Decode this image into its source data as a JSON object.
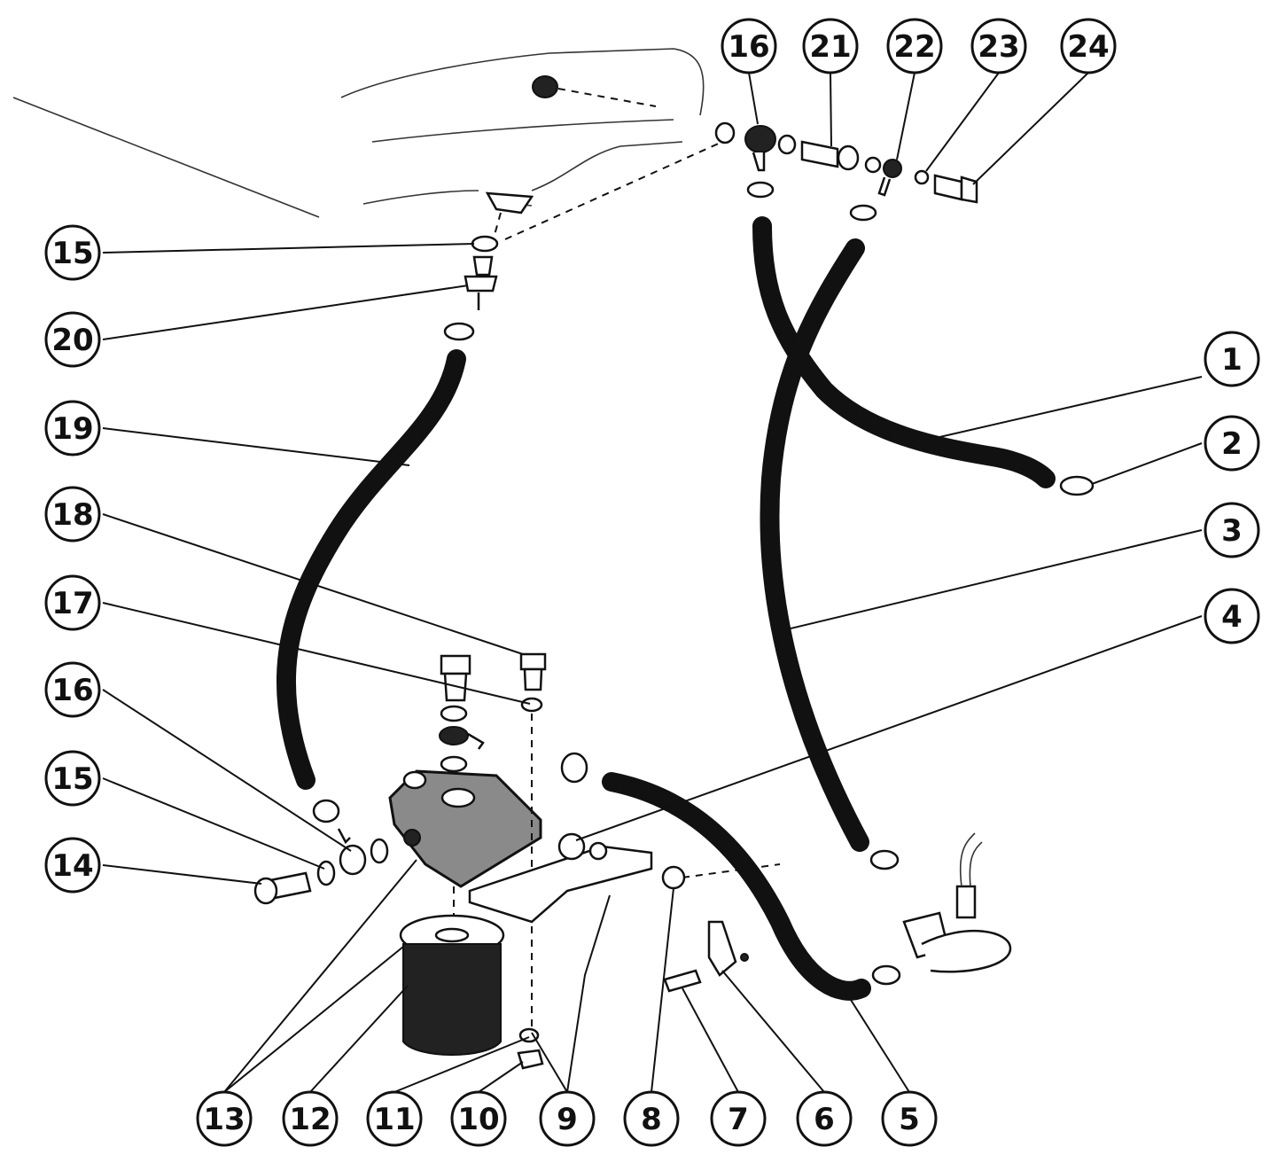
{
  "callouts": [
    {
      "id": "c16a",
      "label": "16"
    },
    {
      "id": "c21",
      "label": "21"
    },
    {
      "id": "c22",
      "label": "22"
    },
    {
      "id": "c23",
      "label": "23"
    },
    {
      "id": "c24",
      "label": "24"
    },
    {
      "id": "c15a",
      "label": "15"
    },
    {
      "id": "c20",
      "label": "20"
    },
    {
      "id": "c19",
      "label": "19"
    },
    {
      "id": "c18",
      "label": "18"
    },
    {
      "id": "c17",
      "label": "17"
    },
    {
      "id": "c16b",
      "label": "16"
    },
    {
      "id": "c15b",
      "label": "15"
    },
    {
      "id": "c14",
      "label": "14"
    },
    {
      "id": "c1",
      "label": "1"
    },
    {
      "id": "c2",
      "label": "2"
    },
    {
      "id": "c3",
      "label": "3"
    },
    {
      "id": "c4",
      "label": "4"
    },
    {
      "id": "c13",
      "label": "13"
    },
    {
      "id": "c12",
      "label": "12"
    },
    {
      "id": "c11",
      "label": "11"
    },
    {
      "id": "c10",
      "label": "10"
    },
    {
      "id": "c9",
      "label": "9"
    },
    {
      "id": "c8",
      "label": "8"
    },
    {
      "id": "c7",
      "label": "7"
    },
    {
      "id": "c6",
      "label": "6"
    },
    {
      "id": "c5",
      "label": "5"
    }
  ]
}
